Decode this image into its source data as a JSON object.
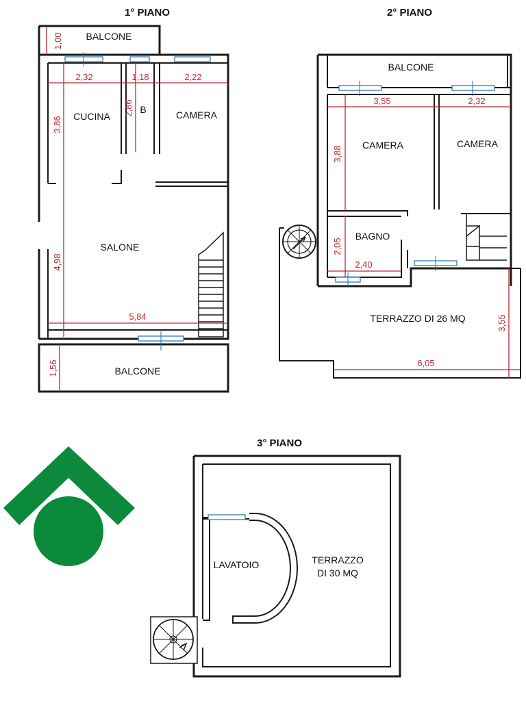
{
  "floors": [
    {
      "id": "p1",
      "title": "1° PIANO"
    },
    {
      "id": "p2",
      "title": "2° PIANO"
    },
    {
      "id": "p3",
      "title": "3° PIANO"
    }
  ],
  "rooms": {
    "p1_balcone_top": "BALCONE",
    "p1_cucina": "CUCINA",
    "p1_bagno": "B",
    "p1_camera": "CAMERA",
    "p1_salone": "SALONE",
    "p1_balcone_bottom": "BALCONE",
    "p2_balcone": "BALCONE",
    "p2_camera1": "CAMERA",
    "p2_camera2": "CAMERA",
    "p2_bagno": "BAGNO",
    "p2_terrazzo": "TERRAZZO DI 26 MQ",
    "p3_lavatoio": "LAVATOIO",
    "p3_terrazzo_l1": "TERRAZZO",
    "p3_terrazzo_l2": "DI 30 MQ"
  },
  "dimensions": {
    "p1_balcone_top": "1,00",
    "p1_cucina_w": "2,32",
    "p1_bagno_w": "1,18",
    "p1_camera_w": "2,22",
    "p1_cucina_h": "3,86",
    "p1_bagno_h": "2,86",
    "p1_salone_h": "4,98",
    "p1_salone_w": "5,84",
    "p1_balcone_bottom": "1,56",
    "p2_camera1_w": "3,55",
    "p2_camera2_w": "2,32",
    "p2_camera1_h": "3,88",
    "p2_bagno_h": "2,05",
    "p2_bagno_w": "2,40",
    "p2_terrazzo_h": "3,55",
    "p2_terrazzo_w": "6,05"
  },
  "colors": {
    "logo_green": "#0a8a3a",
    "dimension_red": "#c0262c",
    "window_blue": "#1f6fb5"
  },
  "icons": [
    "logo-chevron-icon",
    "logo-circle-icon",
    "spiral-stair-icon"
  ]
}
